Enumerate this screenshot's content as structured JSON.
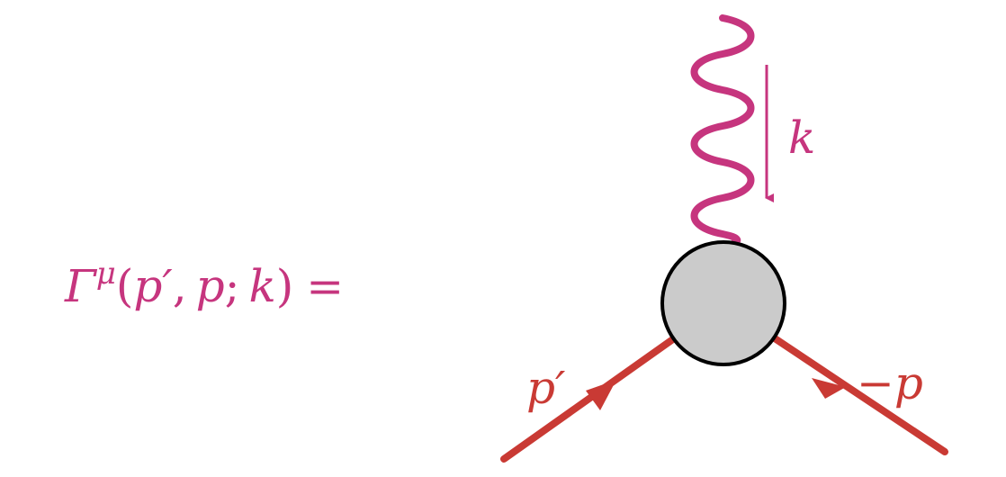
{
  "equation": {
    "Gamma": "Γ",
    "mu": "μ",
    "open": "(",
    "p_prime": "p′",
    "comma": ",",
    "p": "p",
    "semicolon": ";",
    "k": "k",
    "close": ")",
    "equals": "="
  },
  "labels": {
    "photon_momentum": "k",
    "incoming_momentum": "p′",
    "outgoing_momentum": "−p"
  },
  "colors": {
    "magenta": "#c6357e",
    "red": "#c93a34",
    "blob_fill": "#cbcbcb",
    "blob_stroke": "#000000"
  }
}
